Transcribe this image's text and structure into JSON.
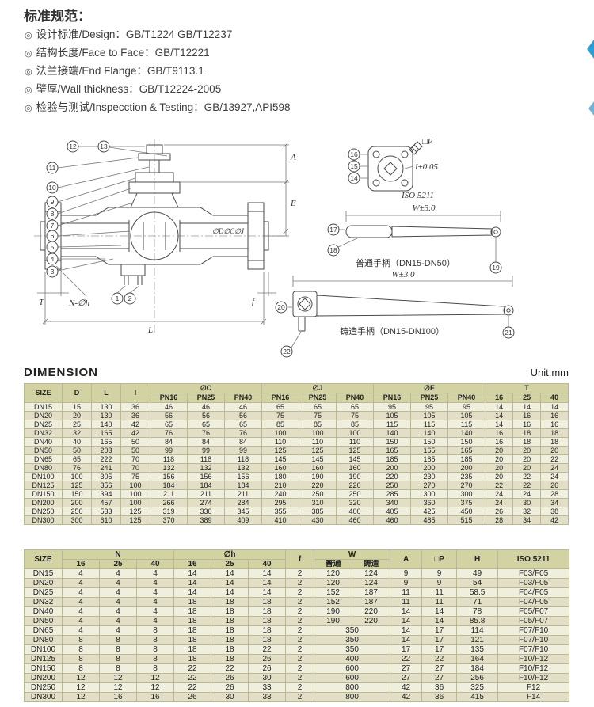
{
  "colors": {
    "table_header_bg": "#d2d2a2",
    "row_odd_bg": "#f0eedd",
    "row_even_bg": "#e2dfc6",
    "table_border": "#b9b897",
    "edge_mark": "#2d9fd6",
    "drawing_line": "#4a4a4a"
  },
  "specs": {
    "heading": "标准规范：",
    "items": [
      {
        "bullet": "◎",
        "text": "设计标准/Design：GB/T1224  GB/T12237"
      },
      {
        "bullet": "◎",
        "text": "结构长度/Face to Face：GB/T12221"
      },
      {
        "bullet": "◎",
        "text": "法兰接端/End Flange：GB/T9113.1"
      },
      {
        "bullet": "◎",
        "text": "壁厚/Wall thickness：GB/T12224-2005"
      },
      {
        "bullet": "◎",
        "text": "检验与测试/Inspecction & Testing：GB/13927,API598"
      }
    ]
  },
  "drawing": {
    "valve": {
      "callouts_top": [
        "12",
        "13"
      ],
      "callouts_left": [
        "11",
        "10",
        "9",
        "8",
        "7",
        "6",
        "5",
        "4",
        "3"
      ],
      "callouts_bottom": [
        "1",
        "2"
      ],
      "dim_A": "A",
      "dim_E": "E",
      "dim_bores": "∅D∅C∅J",
      "dim_T": "T",
      "dim_N": "N-∅h",
      "dim_L": "L",
      "dim_f": "f"
    },
    "iso_flange": {
      "callouts": [
        "16",
        "15",
        "14"
      ],
      "dim_P": "□P",
      "dim_I": "I±0.05",
      "label": "ISO 5211"
    },
    "lever_handle": {
      "dim_W": "W±3.0",
      "label": "普通手柄（DN15-DN50）",
      "callouts": [
        "17",
        "18",
        "19"
      ]
    },
    "cast_handle": {
      "dim_W": "W±3.0",
      "label": "铸造手柄（DN15-DN100）",
      "callouts": [
        "20",
        "21",
        "22"
      ]
    }
  },
  "dimension": {
    "heading": "DIMENSION",
    "unit": "Unit:mm",
    "table1": {
      "headers": {
        "size": "SIZE",
        "d": "D",
        "l_cap": "L",
        "l_low": "l",
        "c": "∅C",
        "j": "∅J",
        "e": "∅E",
        "t": "T",
        "pn": [
          "PN16",
          "PN25",
          "PN40"
        ],
        "t_sub": [
          "16",
          "25",
          "40"
        ]
      },
      "rows": [
        [
          "DN15",
          "15",
          "130",
          "36",
          "46",
          "46",
          "46",
          "65",
          "65",
          "65",
          "95",
          "95",
          "95",
          "14",
          "14",
          "14"
        ],
        [
          "DN20",
          "20",
          "130",
          "36",
          "56",
          "56",
          "56",
          "75",
          "75",
          "75",
          "105",
          "105",
          "105",
          "14",
          "16",
          "16"
        ],
        [
          "DN25",
          "25",
          "140",
          "42",
          "65",
          "65",
          "65",
          "85",
          "85",
          "85",
          "115",
          "115",
          "115",
          "14",
          "16",
          "16"
        ],
        [
          "DN32",
          "32",
          "165",
          "42",
          "76",
          "76",
          "76",
          "100",
          "100",
          "100",
          "140",
          "140",
          "140",
          "16",
          "18",
          "18"
        ],
        [
          "DN40",
          "40",
          "165",
          "50",
          "84",
          "84",
          "84",
          "110",
          "110",
          "110",
          "150",
          "150",
          "150",
          "16",
          "18",
          "18"
        ],
        [
          "DN50",
          "50",
          "203",
          "50",
          "99",
          "99",
          "99",
          "125",
          "125",
          "125",
          "165",
          "165",
          "165",
          "20",
          "20",
          "20"
        ],
        [
          "DN65",
          "65",
          "222",
          "70",
          "118",
          "118",
          "118",
          "145",
          "145",
          "145",
          "185",
          "185",
          "185",
          "20",
          "20",
          "22"
        ],
        [
          "DN80",
          "76",
          "241",
          "70",
          "132",
          "132",
          "132",
          "160",
          "160",
          "160",
          "200",
          "200",
          "200",
          "20",
          "20",
          "24"
        ],
        [
          "DN100",
          "100",
          "305",
          "75",
          "156",
          "156",
          "156",
          "180",
          "190",
          "190",
          "220",
          "230",
          "235",
          "20",
          "22",
          "24"
        ],
        [
          "DN125",
          "125",
          "356",
          "100",
          "184",
          "184",
          "184",
          "210",
          "220",
          "220",
          "250",
          "270",
          "270",
          "22",
          "22",
          "26"
        ],
        [
          "DN150",
          "150",
          "394",
          "100",
          "211",
          "211",
          "211",
          "240",
          "250",
          "250",
          "285",
          "300",
          "300",
          "24",
          "24",
          "28"
        ],
        [
          "DN200",
          "200",
          "457",
          "100",
          "266",
          "274",
          "284",
          "295",
          "310",
          "320",
          "340",
          "360",
          "375",
          "24",
          "30",
          "34"
        ],
        [
          "DN250",
          "250",
          "533",
          "125",
          "319",
          "330",
          "345",
          "355",
          "385",
          "400",
          "405",
          "425",
          "450",
          "26",
          "32",
          "38"
        ],
        [
          "DN300",
          "300",
          "610",
          "125",
          "370",
          "389",
          "409",
          "410",
          "430",
          "460",
          "460",
          "485",
          "515",
          "28",
          "34",
          "42"
        ]
      ]
    },
    "table2": {
      "headers": {
        "size": "SIZE",
        "n": "N",
        "h_hole": "∅h",
        "f": "f",
        "w": "W",
        "sub_nums": [
          "16",
          "25",
          "40"
        ],
        "w_sub": [
          "普通",
          "铸造"
        ],
        "a": "A",
        "p": "□P",
        "h": "H",
        "iso": "ISO 5211"
      },
      "rows": [
        [
          "DN15",
          "4",
          "4",
          "4",
          "14",
          "14",
          "14",
          "2",
          [
            "120",
            "124"
          ],
          "9",
          "9",
          "49",
          "F03/F05"
        ],
        [
          "DN20",
          "4",
          "4",
          "4",
          "14",
          "14",
          "14",
          "2",
          [
            "120",
            "124"
          ],
          "9",
          "9",
          "54",
          "F03/F05"
        ],
        [
          "DN25",
          "4",
          "4",
          "4",
          "14",
          "14",
          "14",
          "2",
          [
            "152",
            "187"
          ],
          "11",
          "11",
          "58.5",
          "F04/F05"
        ],
        [
          "DN32",
          "4",
          "4",
          "4",
          "18",
          "18",
          "18",
          "2",
          [
            "152",
            "187"
          ],
          "11",
          "11",
          "71",
          "F04/F05"
        ],
        [
          "DN40",
          "4",
          "4",
          "4",
          "18",
          "18",
          "18",
          "2",
          [
            "190",
            "220"
          ],
          "14",
          "14",
          "78",
          "F05/F07"
        ],
        [
          "DN50",
          "4",
          "4",
          "4",
          "18",
          "18",
          "18",
          "2",
          [
            "190",
            "220"
          ],
          "14",
          "14",
          "85.8",
          "F05/F07"
        ],
        [
          "DN65",
          "4",
          "4",
          "8",
          "18",
          "18",
          "18",
          "2",
          [
            "350"
          ],
          "14",
          "17",
          "114",
          "F07/F10"
        ],
        [
          "DN80",
          "8",
          "8",
          "8",
          "18",
          "18",
          "18",
          "2",
          [
            "350"
          ],
          "14",
          "17",
          "121",
          "F07/F10"
        ],
        [
          "DN100",
          "8",
          "8",
          "8",
          "18",
          "18",
          "22",
          "2",
          [
            "350"
          ],
          "17",
          "17",
          "135",
          "F07/F10"
        ],
        [
          "DN125",
          "8",
          "8",
          "8",
          "18",
          "18",
          "26",
          "2",
          [
            "400"
          ],
          "22",
          "22",
          "164",
          "F10/F12"
        ],
        [
          "DN150",
          "8",
          "8",
          "8",
          "22",
          "22",
          "26",
          "2",
          [
            "600"
          ],
          "27",
          "27",
          "184",
          "F10/F12"
        ],
        [
          "DN200",
          "12",
          "12",
          "12",
          "22",
          "26",
          "30",
          "2",
          [
            "600"
          ],
          "27",
          "27",
          "256",
          "F10/F12"
        ],
        [
          "DN250",
          "12",
          "12",
          "12",
          "22",
          "26",
          "33",
          "2",
          [
            "800"
          ],
          "42",
          "36",
          "325",
          "F12"
        ],
        [
          "DN300",
          "12",
          "16",
          "16",
          "26",
          "30",
          "33",
          "2",
          [
            "800"
          ],
          "42",
          "36",
          "415",
          "F14"
        ]
      ]
    }
  }
}
